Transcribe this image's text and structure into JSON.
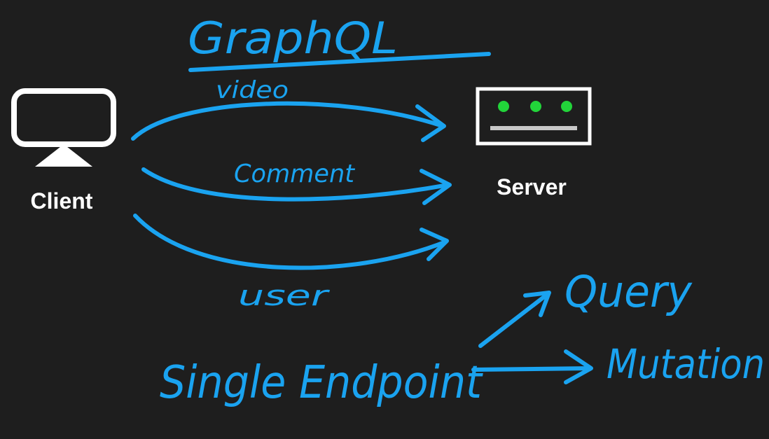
{
  "title": "GraphQL",
  "client": {
    "label": "Client"
  },
  "server": {
    "label": "Server"
  },
  "requests": [
    {
      "label": "video"
    },
    {
      "label": "Comment"
    },
    {
      "label": "user"
    }
  ],
  "endpoint": {
    "label": "Single Endpoint",
    "operations": [
      {
        "label": "Query"
      },
      {
        "label": "Mutation"
      }
    ]
  },
  "colors": {
    "background": "#1e1e1e",
    "ink": "#1aa3f0",
    "icon": "#ffffff",
    "status_light": "#22d43a",
    "server_bar": "#c8c8c8"
  }
}
